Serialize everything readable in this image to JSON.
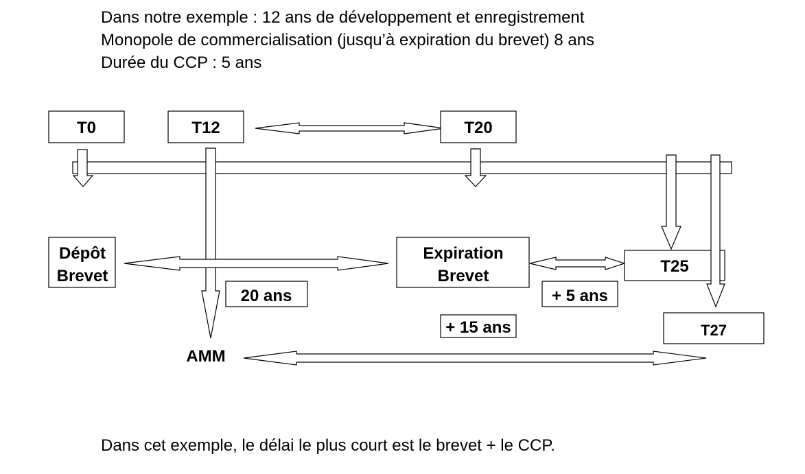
{
  "intro": {
    "line1": "Dans notre exemple : 12 ans de développement et enregistrement",
    "line2": "Monopole de commercialisation (jusqu’à expiration du brevet) 8 ans",
    "line3": "Durée du CCP : 5 ans"
  },
  "nodes": {
    "t0": "T0",
    "t12": "T12",
    "t20": "T20",
    "depot_line1": "Dépôt",
    "depot_line2": "Brevet",
    "expiration_line1": "Expiration",
    "expiration_line2": "Brevet",
    "t25": "T25",
    "t27": "T27",
    "amm": "AMM"
  },
  "durations": {
    "ans20": "20 ans",
    "plus5": "+ 5 ans",
    "plus15": "+ 15 ans"
  },
  "footer": "Dans cet exemple, le délai le plus court est le brevet + le CCP."
}
